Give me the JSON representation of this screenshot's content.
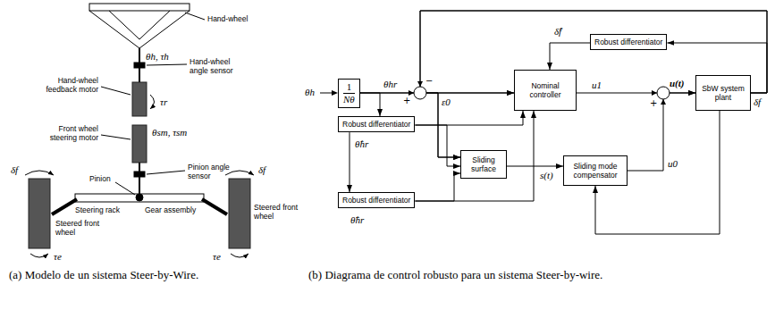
{
  "diagram": {
    "nodes": [
      {
        "text": [
          "1",
          "Nθ"
        ]
      },
      {
        "text": [
          "Robust differentiator"
        ]
      },
      {
        "text": [
          "Nominal controller"
        ]
      },
      {
        "text": [
          "Robust differentiator"
        ]
      },
      {
        "text": [
          "Sliding surface"
        ]
      },
      {
        "text": [
          "Sliding mode compensator"
        ]
      },
      {
        "text": [
          "Robust differentiator"
        ]
      },
      {
        "text": [
          "SbW system plant"
        ]
      }
    ],
    "edges": [
      {
        "from": 0,
        "to": 2,
        "arrow": "to"
      },
      {
        "from": 0,
        "to": 4,
        "arrow": "to"
      },
      {
        "from": 0,
        "to": 3,
        "arrow": "to"
      },
      {
        "from": 3,
        "to": 6,
        "arrow": "to"
      },
      {
        "from": 3,
        "to": 2,
        "arrow": "to"
      },
      {
        "from": 3,
        "to": 4,
        "arrow": "to"
      },
      {
        "from": 6,
        "to": 2,
        "arrow": "to"
      },
      {
        "from": 6,
        "to": 4,
        "arrow": "to"
      },
      {
        "from": 4,
        "to": 5,
        "arrow": "to"
      },
      {
        "from": 2,
        "to": 7,
        "arrow": "to"
      },
      {
        "from": 5,
        "to": 7,
        "arrow": "to"
      },
      {
        "from": 7,
        "to": 1,
        "arrow": "to"
      },
      {
        "from": 1,
        "to": 2,
        "arrow": "to"
      },
      {
        "from": 7,
        "to": 2,
        "arrow": "to"
      },
      {
        "from": 7,
        "to": 4,
        "arrow": "to"
      },
      {
        "from": 7,
        "to": 5,
        "arrow": "to"
      }
    ],
    "labels": [
      "Hand-wheel",
      "θh, τh",
      "Hand-wheel angle sensor",
      "Hand-wheel feedback motor",
      "τr",
      "Front wheel steering motor",
      "θsm, τsm",
      "Pinion angle sensor",
      "Pinion",
      "Steering rack",
      "Gear assembly",
      "δf",
      "δf",
      "Steered front wheel",
      "Steered front wheel",
      "τe",
      "τe",
      "θh",
      "θhr",
      "+",
      "−",
      "ε0",
      "δ̂̇f",
      "u1",
      "+",
      "u(t)",
      "δf",
      "θ̂̇hr",
      "θ̂̈hr",
      "s(t)",
      "u0",
      "(a) Modelo de un sistema Steer-by-Wire.",
      "(b) Diagrama de control robusto para un sistema Steer-by-wire."
    ]
  }
}
